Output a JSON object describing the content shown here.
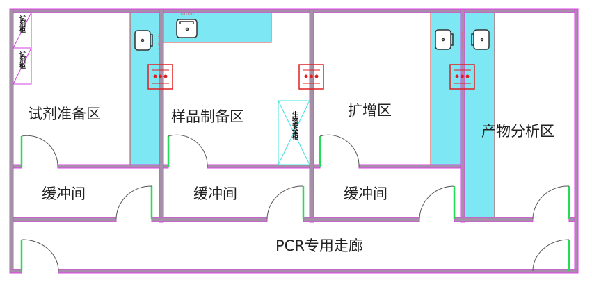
{
  "rooms": {
    "reagent_prep": "试剂准备区",
    "sample_prep": "样品制备区",
    "amplification": "扩增区",
    "product_analysis": "产物分析区",
    "buffer_1": "缓冲间",
    "buffer_2": "缓冲间",
    "buffer_3": "缓冲间",
    "corridor": "PCR专用走廊"
  },
  "equipment": {
    "reagent_cabinet_1": "试剂柜",
    "reagent_cabinet_2": "试剂柜",
    "biosafety_cabinet": "生物安全柜"
  },
  "colors": {
    "wall": "#a68fa8",
    "wall_edge": "#e040e8",
    "bench": "#7de8f4",
    "door_frame": "#22dd55",
    "pass_box": "#e02020"
  }
}
